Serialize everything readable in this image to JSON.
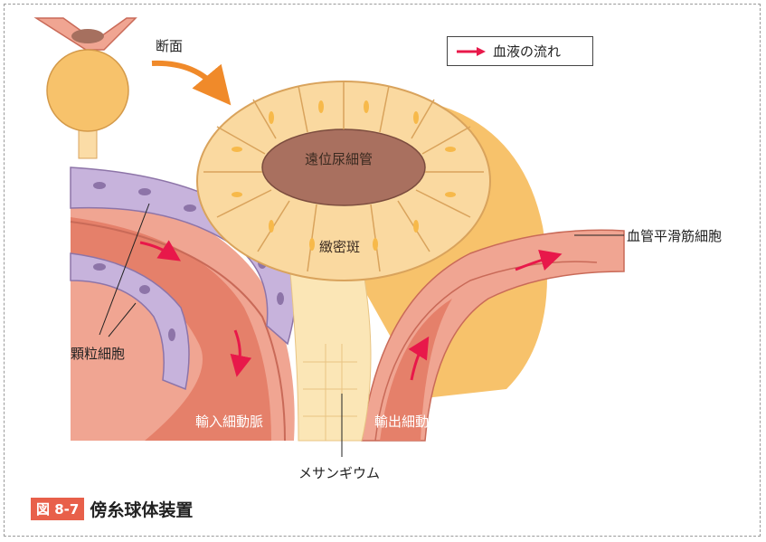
{
  "legend": {
    "label": "血液の流れ",
    "arrow_color": "#e8184a"
  },
  "labels": {
    "cross_section": "断面",
    "distal_tubule": "遠位尿細管",
    "macula_densa": "緻密斑",
    "vascular_smooth_muscle": "血管平滑筋細胞",
    "granular_cells": "顆粒細胞",
    "afferent_arteriole": "輸入細動脈",
    "efferent_arteriole": "輸出細動脈",
    "mesangium": "メサンギウム"
  },
  "caption": {
    "number": "図 8-7",
    "title": "傍糸球体装置"
  },
  "colors": {
    "tubule": "#fad9a0",
    "tubule_lumen": "#a9705f",
    "granular_cell": "#c7b3dc",
    "vessel": "#e9937e",
    "orange_arrow": "#f08a2a",
    "caption_badge": "#e8604a"
  }
}
